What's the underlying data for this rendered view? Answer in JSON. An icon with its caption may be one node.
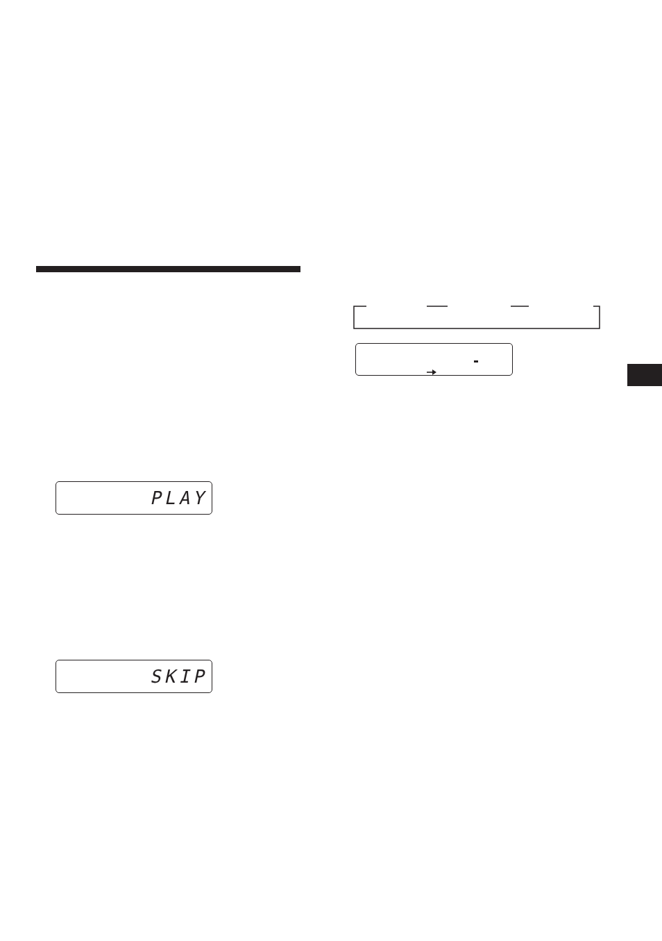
{
  "diagram": {
    "nodes": [
      {
        "text": [
          "PLAY"
        ]
      },
      {
        "text": [
          "SKIP"
        ]
      },
      {
        "text": [],
        "shape": "box"
      }
    ],
    "edges": []
  }
}
